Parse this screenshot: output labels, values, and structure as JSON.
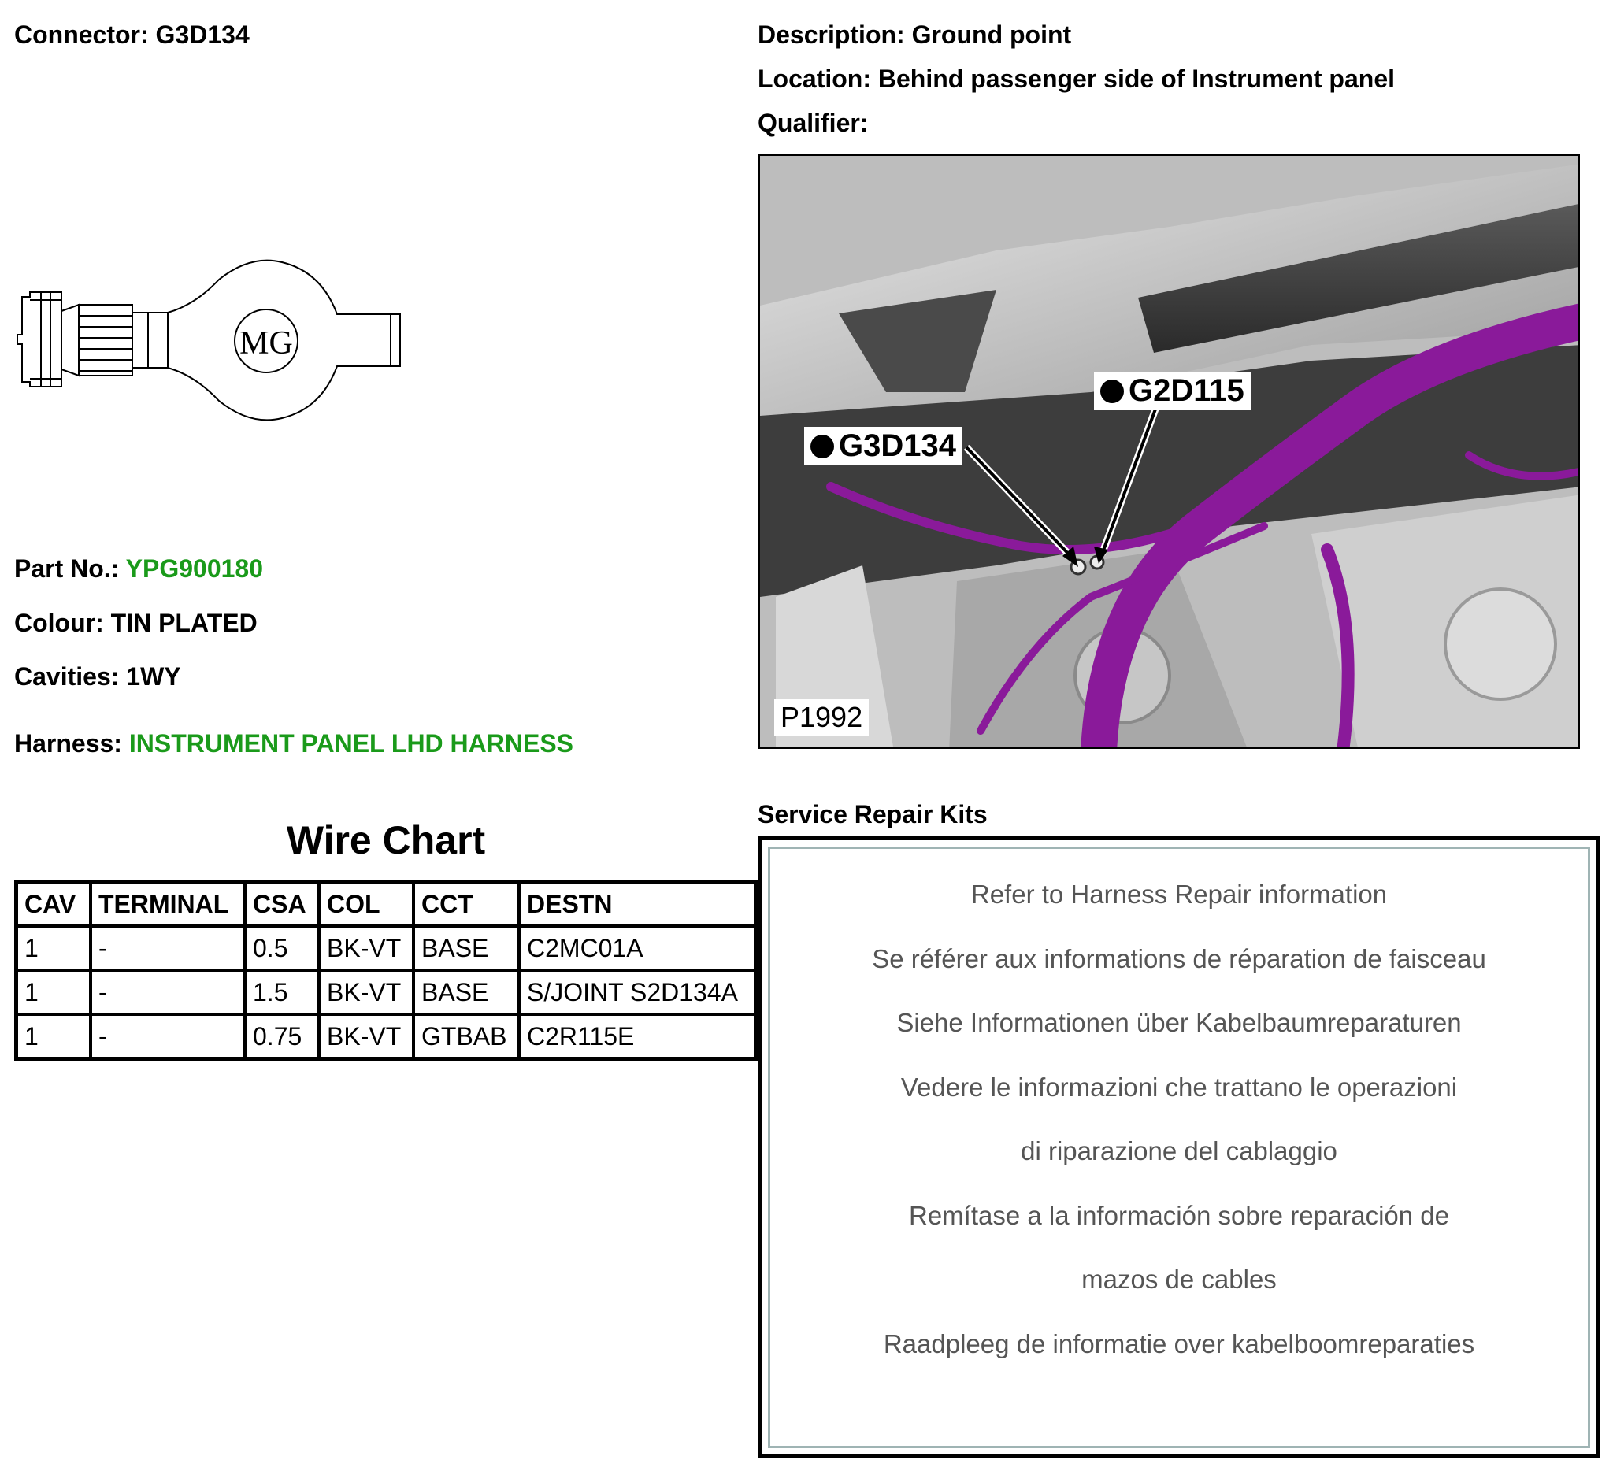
{
  "connector": {
    "label": "Connector:",
    "value": "G3D134"
  },
  "description": {
    "label": "Description:",
    "value": "Ground point"
  },
  "location": {
    "label": "Location:",
    "value": "Behind passenger side of Instrument panel"
  },
  "qualifier": {
    "label": "Qualifier:",
    "value": ""
  },
  "connector_drawing": {
    "marking": "MG"
  },
  "part_no": {
    "label": "Part No.:",
    "value": "YPG900180"
  },
  "colour": {
    "label": "Colour:",
    "value": "TIN PLATED"
  },
  "cavities": {
    "label": "Cavities:",
    "value": "1WY"
  },
  "harness": {
    "label": "Harness:",
    "value": "INSTRUMENT PANEL LHD HARNESS"
  },
  "colors": {
    "link_green": "#1a9a1a",
    "harness_purple": "#8a1a9a",
    "panel_border": "#9fb4b4"
  },
  "wire_chart": {
    "title": "Wire Chart",
    "headers": [
      "CAV",
      "TERMINAL",
      "CSA",
      "COL",
      "CCT",
      "DESTN"
    ],
    "rows": [
      [
        "1",
        "-",
        "0.5",
        "BK-VT",
        "BASE",
        "C2MC01A"
      ],
      [
        "1",
        "-",
        "1.5",
        "BK-VT",
        "BASE",
        "S/JOINT S2D134A"
      ],
      [
        "1",
        "-",
        "0.75",
        "BK-VT",
        "GTBAB",
        "C2R115E"
      ]
    ]
  },
  "location_image": {
    "callouts": [
      "G2D115",
      "G3D134"
    ],
    "reference": "P1992"
  },
  "service_repair_kits": {
    "title": "Service Repair Kits",
    "lines": [
      "Refer to Harness Repair information",
      "Se référer aux informations de réparation de faisceau",
      "Siehe Informationen über Kabelbaumreparaturen",
      "Vedere le informazioni che trattano le operazioni",
      "di riparazione del cablaggio",
      "Remítase a la información sobre reparación de",
      "mazos de cables",
      "Raadpleeg de informatie over kabelboomreparaties"
    ]
  }
}
